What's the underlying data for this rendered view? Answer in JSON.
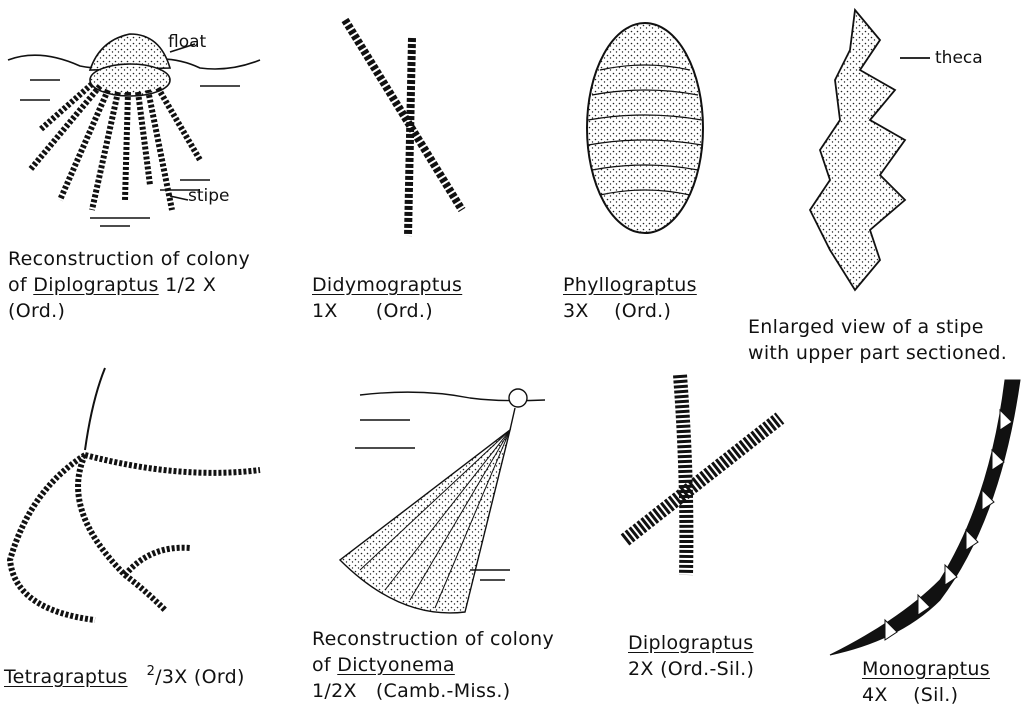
{
  "figures": {
    "diplograptus_colony": {
      "line1": "Reconstruction of colony",
      "line2_prefix": "of",
      "genus": "Diplograptus",
      "scale": "1/2 X",
      "age": "(Ord.)",
      "label_float": "float",
      "label_stipe": "stipe"
    },
    "didymograptus": {
      "genus": "Didymograptus",
      "scale": "1X",
      "age": "(Ord.)"
    },
    "phyllograptus": {
      "genus": "Phyllograptus",
      "scale": "3X",
      "age": "(Ord.)"
    },
    "stipe_view": {
      "label_theca": "theca",
      "line1": "Enlarged view of a stipe",
      "line2": "with upper part sectioned."
    },
    "tetragraptus": {
      "genus": "Tetragraptus",
      "scale_num": "2",
      "scale_rest": "/3X (Ord)"
    },
    "dictyonema": {
      "line1": "Reconstruction of colony",
      "line2_prefix": "of",
      "genus": "Dictyonema",
      "scale": "1/2X",
      "age": "(Camb.-Miss.)"
    },
    "diplograptus": {
      "genus": "Diplograptus",
      "scale": "2X",
      "age": "(Ord.-Sil.)"
    },
    "monograptus": {
      "genus": "Monograptus",
      "scale": "4X",
      "age": "(Sil.)"
    }
  }
}
